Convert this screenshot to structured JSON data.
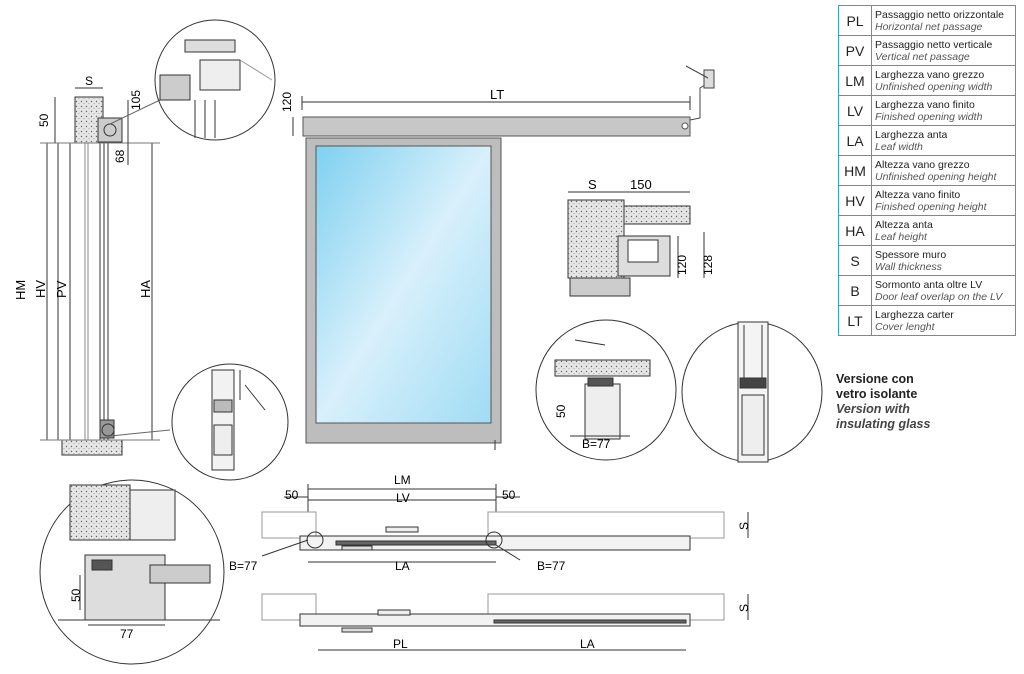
{
  "legend": [
    {
      "code": "PL",
      "it": "Passaggio netto orizzontale",
      "en": "Horizontal net passage"
    },
    {
      "code": "PV",
      "it": "Passaggio netto verticale",
      "en": "Vertical net passage"
    },
    {
      "code": "LM",
      "it": "Larghezza vano grezzo",
      "en": "Unfinished opening width"
    },
    {
      "code": "LV",
      "it": "Larghezza vano finito",
      "en": "Finished opening width"
    },
    {
      "code": "LA",
      "it": "Larghezza anta",
      "en": "Leaf width"
    },
    {
      "code": "HM",
      "it": "Altezza vano grezzo",
      "en": "Unfinished opening height"
    },
    {
      "code": "HV",
      "it": "Altezza vano finito",
      "en": "Finished opening height"
    },
    {
      "code": "HA",
      "it": "Altezza anta",
      "en": "Leaf height"
    },
    {
      "code": "S",
      "it": "Spessore muro",
      "en": "Wall thickness"
    },
    {
      "code": "B",
      "it": "Sormonto anta oltre LV",
      "en": "Door leaf overlap on the LV"
    },
    {
      "code": "LT",
      "it": "Larghezza carter",
      "en": "Cover lenght"
    }
  ],
  "version": {
    "it_line1": "Versione con",
    "it_line2": "vetro isolante",
    "en_line1": "Version with",
    "en_line2": "insulating glass"
  },
  "dims": {
    "S": "S",
    "d105": "105",
    "d50": "50",
    "d68": "68",
    "HM": "HM",
    "HV": "HV",
    "PV": "PV",
    "HA": "HA",
    "d120": "120",
    "LT": "LT",
    "d150": "150",
    "d128": "128",
    "B77": "B=77",
    "d77": "77",
    "LM": "LM",
    "LV": "LV",
    "LA": "LA",
    "PL": "PL"
  }
}
